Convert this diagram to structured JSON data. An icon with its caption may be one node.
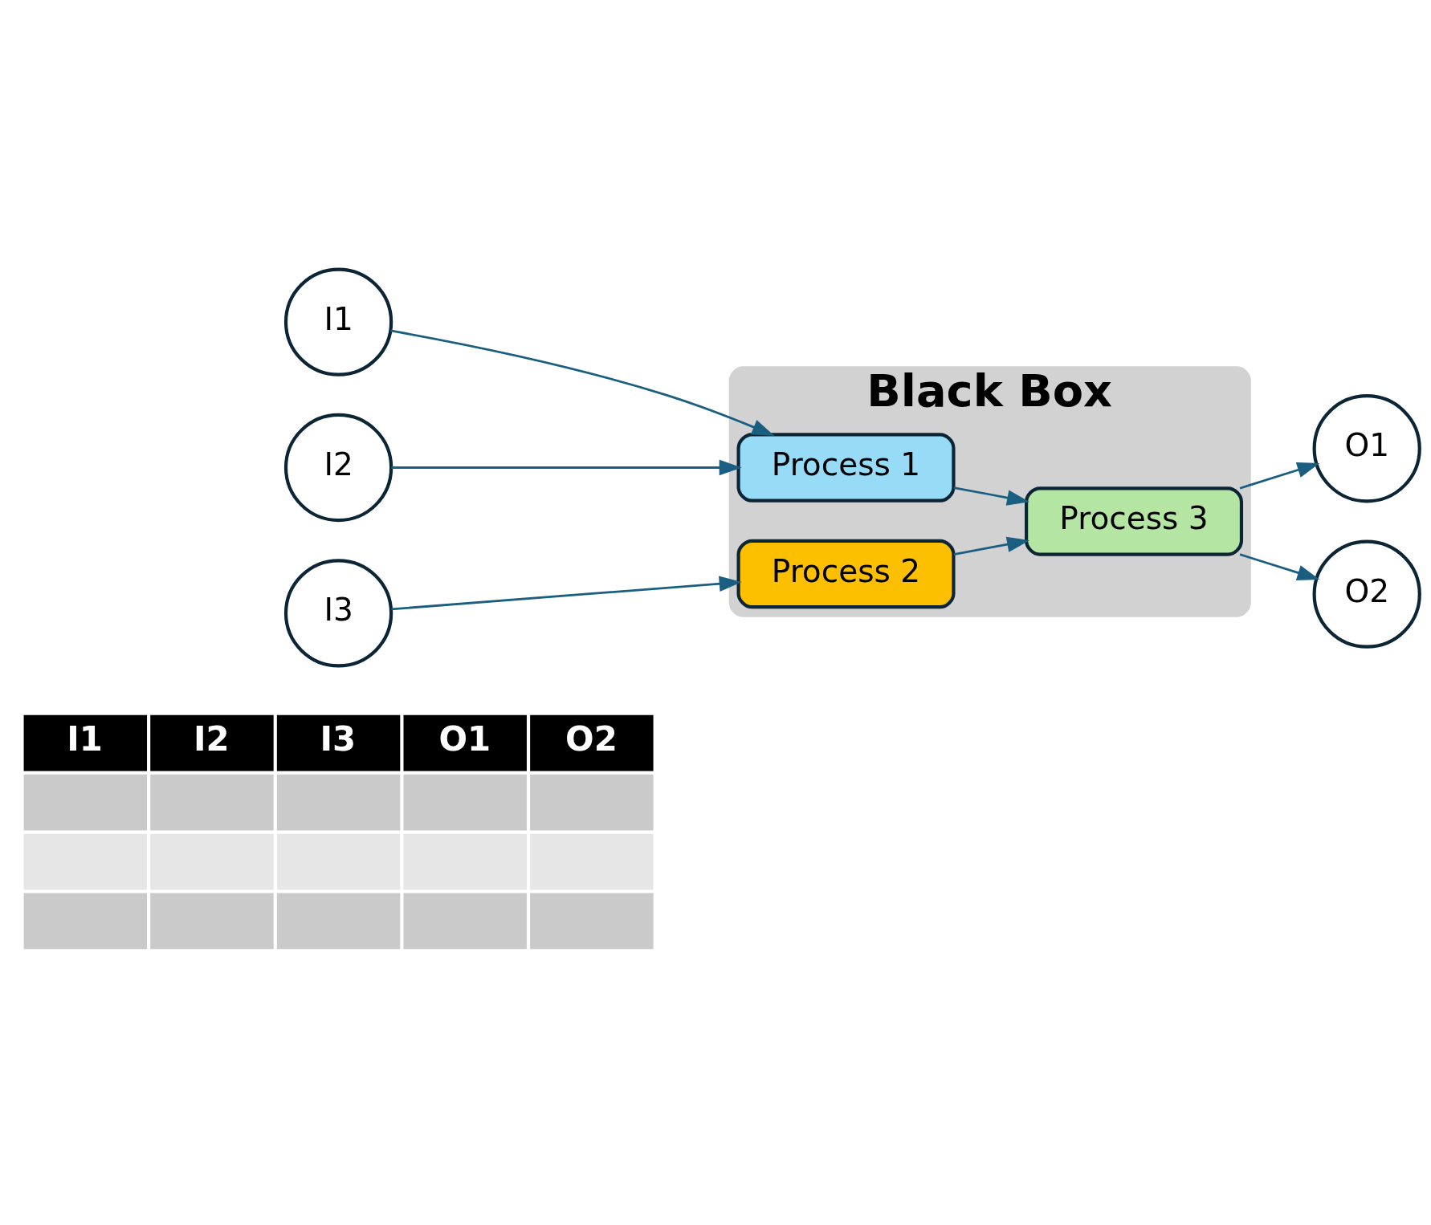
{
  "diagram": {
    "nodes": [
      {
        "text": [
          "Black Box"
        ]
      },
      {
        "text": [
          "I1"
        ]
      },
      {
        "text": [
          "I2"
        ]
      },
      {
        "text": [
          "I3"
        ]
      },
      {
        "text": [
          "Process 1"
        ],
        "in": 0
      },
      {
        "text": [
          "Process 2"
        ],
        "in": 0
      },
      {
        "text": [
          "Process 3"
        ],
        "in": 0
      },
      {
        "text": [
          "O1"
        ]
      },
      {
        "text": [
          "O2"
        ]
      }
    ],
    "edges": [
      {
        "from": 1,
        "to": 4,
        "arrow": "to"
      },
      {
        "from": 2,
        "to": 4,
        "arrow": "to"
      },
      {
        "from": 3,
        "to": 5,
        "arrow": "to"
      },
      {
        "from": 4,
        "to": 6,
        "arrow": "to"
      },
      {
        "from": 5,
        "to": 6,
        "arrow": "to"
      },
      {
        "from": 6,
        "to": 7,
        "arrow": "to"
      },
      {
        "from": 6,
        "to": 8,
        "arrow": "to"
      }
    ],
    "labels": [
      "I1",
      "I2",
      "I3",
      "O1",
      "O2"
    ]
  }
}
